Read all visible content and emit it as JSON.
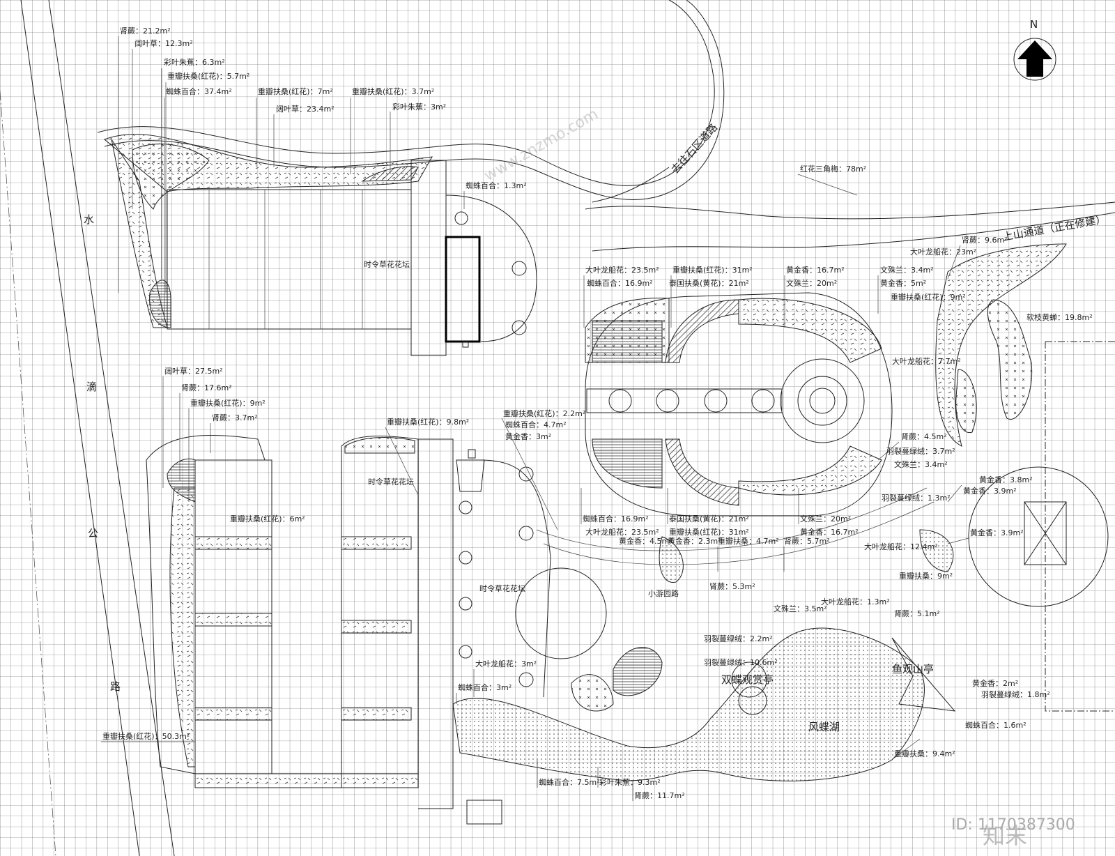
{
  "compass": {
    "label": "N"
  },
  "roads": {
    "river_road": [
      "水",
      "滴",
      "公",
      "路"
    ],
    "existing_road": "去往石区道路",
    "mountain_path": "上山通道（正在修建）"
  },
  "structures": [
    {
      "key": "pavilion_butterfly",
      "text": "双蝶观赏亭"
    },
    {
      "key": "pavilion_fish",
      "text": "鱼观山亭"
    },
    {
      "key": "lake",
      "text": "风蝶湖"
    },
    {
      "key": "path",
      "text": "小游园路"
    }
  ],
  "bed_labels": [
    {
      "key": "bed1",
      "text": "时令草花花坛"
    },
    {
      "key": "bed2",
      "text": "时令草花花坛"
    },
    {
      "key": "bed3",
      "text": "时令草花花坛"
    }
  ],
  "plant_labels": [
    {
      "text": "肾蕨：21.2m²"
    },
    {
      "text": "阔叶草：12.3m²"
    },
    {
      "text": "彩叶朱蕉：6.3m²"
    },
    {
      "text": "重瓣扶桑(红花)：5.7m²"
    },
    {
      "text": "蜘蛛百合：37.4m²"
    },
    {
      "text": "重瓣扶桑(红花)：7m²"
    },
    {
      "text": "阔叶草：23.4m²"
    },
    {
      "text": "重瓣扶桑(红花)：3.7m²"
    },
    {
      "text": "彩叶朱蕉：3m²"
    },
    {
      "text": "蜘蛛百合：1.3m²"
    },
    {
      "text": "红花三角梅：78m²"
    },
    {
      "text": "肾蕨：9.6m²"
    },
    {
      "text": "大叶龙船花：23m²"
    },
    {
      "text": "大叶龙船花：23.5m²"
    },
    {
      "text": "重瓣扶桑(红花)：31m²"
    },
    {
      "text": "黄金香：16.7m²"
    },
    {
      "text": "文殊兰：3.4m²"
    },
    {
      "text": "蜘蛛百合：16.9m²"
    },
    {
      "text": "泰国扶桑(黄花)：21m²"
    },
    {
      "text": "文殊兰：20m²"
    },
    {
      "text": "黄金香：5m²"
    },
    {
      "text": "重瓣扶桑(红花)：9m²"
    },
    {
      "text": "软枝黄蝉：19.8m²"
    },
    {
      "text": "大叶龙船花：7.7m²"
    },
    {
      "text": "阔叶草：27.5m²"
    },
    {
      "text": "肾蕨：17.6m²"
    },
    {
      "text": "重瓣扶桑(红花)：9m²"
    },
    {
      "text": "肾蕨：3.7m²"
    },
    {
      "text": "重瓣扶桑(红花)：9.8m²"
    },
    {
      "text": "重瓣扶桑(红花)：2.2m²"
    },
    {
      "text": "蜘蛛百合：4.7m²"
    },
    {
      "text": "黄金香：3m²"
    },
    {
      "text": "肾蕨：4.5m²"
    },
    {
      "text": "羽裂蔓绿绒：3.7m²"
    },
    {
      "text": "文殊兰：3.4m²"
    },
    {
      "text": "黄金香：3.8m²"
    },
    {
      "text": "黄金香：3.9m²"
    },
    {
      "text": "羽裂蔓绿绒：1.3m²"
    },
    {
      "text": "黄金香：3.9m²"
    },
    {
      "text": "重瓣扶桑(红花)：6m²"
    },
    {
      "text": "蜘蛛百合：16.9m²"
    },
    {
      "text": "大叶龙船花：23.5m²"
    },
    {
      "text": "泰国扶桑(黄花)：21m²"
    },
    {
      "text": "重瓣扶桑(红花)：31m²"
    },
    {
      "text": "文殊兰：20m²"
    },
    {
      "text": "黄金香：16.7m²"
    },
    {
      "text": "黄金香：4.5m²"
    },
    {
      "text": "黄金香：2.3m²"
    },
    {
      "text": "重瓣扶桑：4.7m²"
    },
    {
      "text": "肾蕨：5.7m²"
    },
    {
      "text": "大叶龙船花：12.4m²"
    },
    {
      "text": "肾蕨：5.3m²"
    },
    {
      "text": "重瓣扶桑：9m²"
    },
    {
      "text": "文殊兰：3.5m²"
    },
    {
      "text": "大叶龙船花：1.3m²"
    },
    {
      "text": "肾蕨：5.1m²"
    },
    {
      "text": "羽裂蔓绿绒：2.2m²"
    },
    {
      "text": "羽裂蔓绿绒：10.6m²"
    },
    {
      "text": "大叶龙船花：3m²"
    },
    {
      "text": "蜘蛛百合：3m²"
    },
    {
      "text": "黄金香：2m²"
    },
    {
      "text": "羽裂蔓绿绒：1.8m²"
    },
    {
      "text": "蜘蛛百合：1.6m²"
    },
    {
      "text": "重瓣扶桑(红花)：50.3m²"
    },
    {
      "text": "重瓣扶桑：9.4m²"
    },
    {
      "text": "蜘蛛百合：7.5m²"
    },
    {
      "text": "彩叶朱蕉：9.3m²"
    },
    {
      "text": "肾蕨：11.7m²"
    }
  ],
  "watermark": {
    "logo": "知末",
    "id": "ID: 1170387300",
    "site": "www.znzmo.com"
  }
}
